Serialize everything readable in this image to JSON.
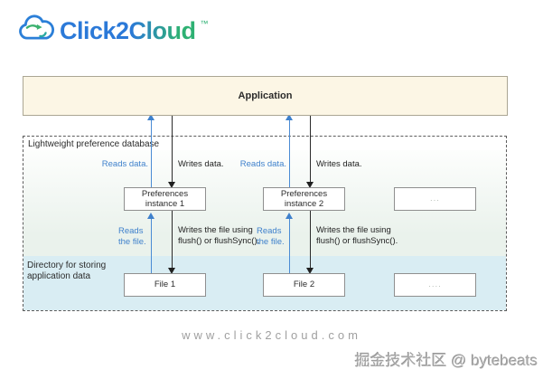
{
  "logo": {
    "brand": "Click2Cloud",
    "tm": "™",
    "icon": "cloud-with-arrow"
  },
  "diagram": {
    "application_label": "Application",
    "outer_zone_label": "Lightweight preference database",
    "directory_zone_label": "Directory for storing application data",
    "reads_data_label": "Reads data.",
    "writes_data_label": "Writes data.",
    "reads_file_label": "Reads the file.",
    "writes_file_label": "Writes the file using flush() or flushSync().",
    "columns": [
      {
        "preference_node": "Preferences instance 1",
        "file_node": "File 1"
      },
      {
        "preference_node": "Preferences instance 2",
        "file_node": "File 2"
      },
      {
        "preference_node": "...",
        "file_node": "...."
      }
    ]
  },
  "footer": {
    "website": "www.click2cloud.com",
    "watermark": "掘金技术社区 @ bytebeats"
  },
  "colors": {
    "application_fill": "#fcf6e5",
    "reads_blue": "#3f81cc",
    "writes_black": "#1f1f1f",
    "preference_zone_tint": "#eaf2ec",
    "directory_zone_tint": "#d9edf3",
    "brand_blue": "#2b79d8",
    "brand_green": "#2eb173"
  }
}
